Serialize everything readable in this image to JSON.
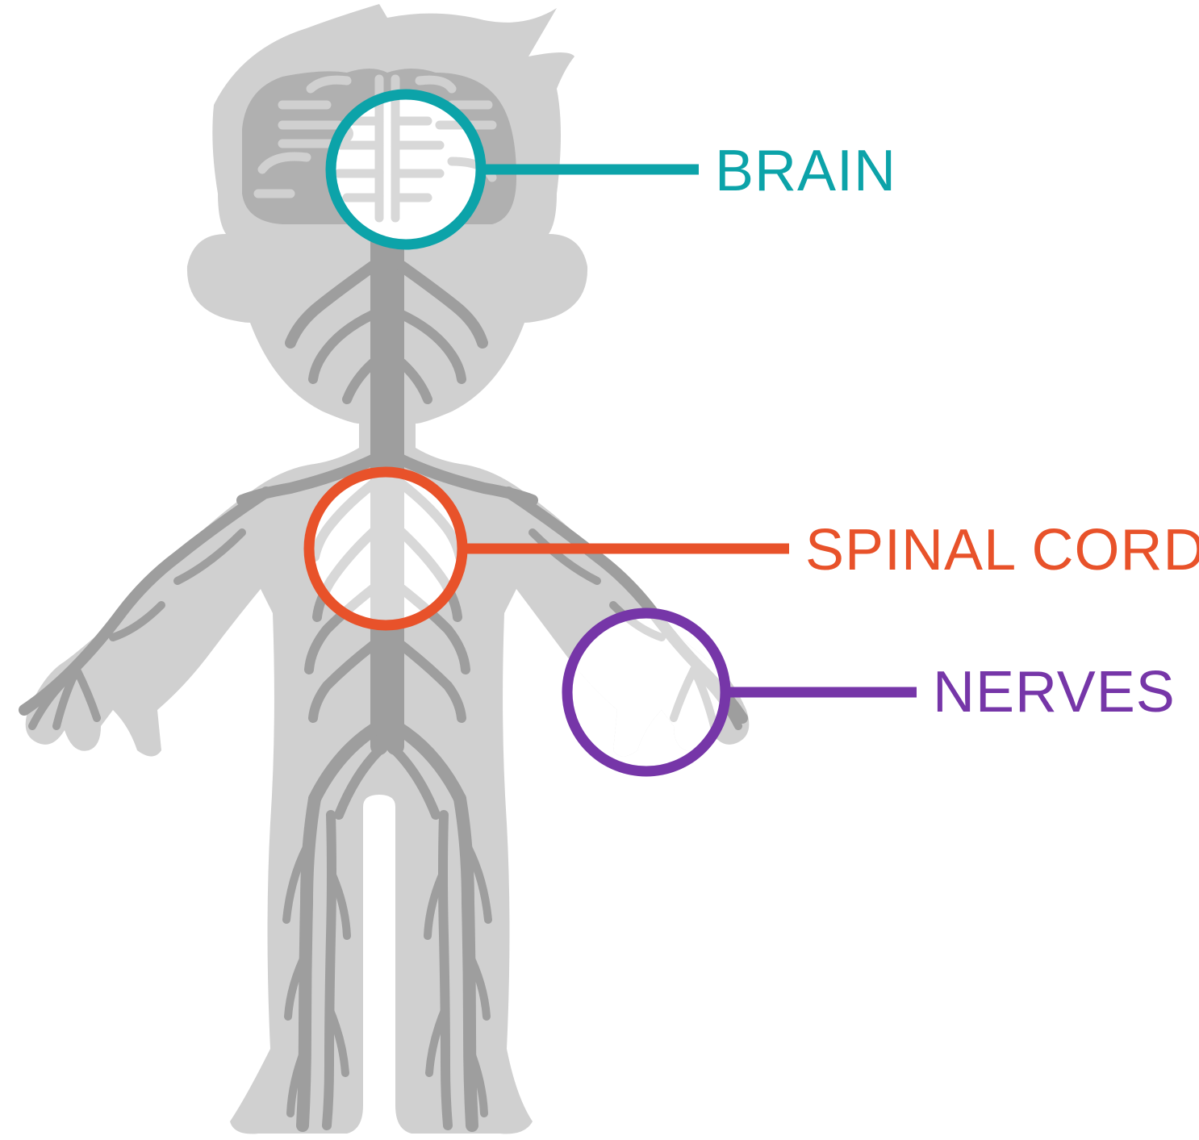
{
  "labels": {
    "brain": "BRAIN",
    "spinal_cord": "SPINAL CORD",
    "nerves": "NERVES"
  },
  "colors": {
    "brain": "#0ca3a9",
    "spinal_cord": "#e8522a",
    "nerves": "#7636a8",
    "body": "#d0d0d0",
    "brain_organ": "#b0b0b0",
    "nerve_lines": "#9e9e9e",
    "highlight": "#ffffff"
  },
  "icons": {
    "figure": "child-body-silhouette-icon"
  }
}
